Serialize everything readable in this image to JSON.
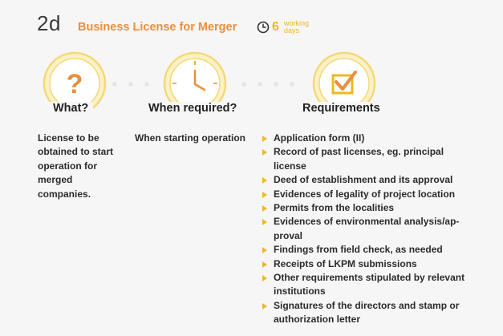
{
  "header": {
    "step": "2d",
    "title": "Business License for Merger",
    "days_number": "6",
    "days_label_line1": "working",
    "days_label_line2": "days"
  },
  "columns": {
    "what": {
      "title": "What?",
      "lines": [
        "License to be",
        "obtained to start",
        "operation for",
        "merged",
        "companies."
      ]
    },
    "when": {
      "title": "When required?",
      "text": "When starting operation"
    },
    "requirements": {
      "title": "Requirements",
      "items": [
        {
          "l1": "Application form (II)",
          "l2": ""
        },
        {
          "l1": "Record of past licenses, eg. principal",
          "l2": "license"
        },
        {
          "l1": "Deed of establishment and its approval",
          "l2": ""
        },
        {
          "l1": "Evidences of legality of project location",
          "l2": ""
        },
        {
          "l1": "Permits from the localities",
          "l2": ""
        },
        {
          "l1": "Evidences of environmental analysis/ap-",
          "l2": "proval"
        },
        {
          "l1": "Findings from field check, as needed",
          "l2": ""
        },
        {
          "l1": "Receipts of LKPM submissions",
          "l2": ""
        },
        {
          "l1": "Other requirements stipulated by relevant",
          "l2": "institutions"
        },
        {
          "l1": "Signatures  of the directors and stamp or",
          "l2": "authorization letter"
        }
      ]
    }
  },
  "icons": {
    "clock": "clock-icon",
    "question": "question-mark-icon",
    "time": "clock-face-icon",
    "check": "checkbox-checked-icon"
  },
  "colors": {
    "accent_orange": "#e98f3f",
    "accent_yellow": "#f0b81e",
    "icon_ring": "#f3d977",
    "background": "#f6f6f6"
  }
}
